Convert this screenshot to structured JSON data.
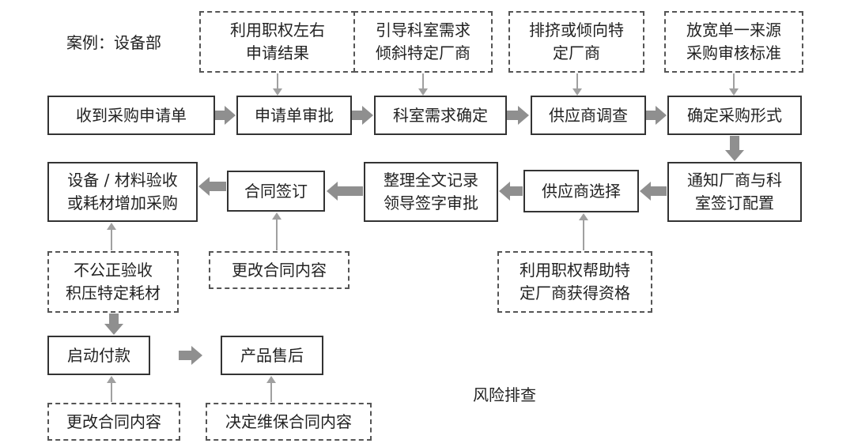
{
  "case_title": "案例：设备部",
  "footer_label": "风险排查",
  "nodes": {
    "n_receive": "收到采购申请单",
    "n_approve": "申请单审批",
    "n_dept_need": "科室需求确定",
    "n_survey": "供应商调查",
    "n_form": "确定采购形式",
    "n_notify": "通知厂商与科\n室签订配置",
    "n_select": "供应商选择",
    "n_record": "整理全文记录\n领导签字审批",
    "n_sign": "合同签订",
    "n_accept": "设备 / 材料验收\n或耗材增加采购",
    "n_pay": "启动付款",
    "n_after": "产品售后"
  },
  "risks": {
    "r_abuse_result": "利用职权左右\n申请结果",
    "r_guide_vendor": "引导科室需求\n倾斜特定厂商",
    "r_exclude": "排挤或倾向特\n定厂商",
    "r_relax": "放宽单一来源\n采购审核标准",
    "r_help_vendor": "利用职权帮助特\n定厂商获得资格",
    "r_change1": "更改合同内容",
    "r_unfair": "不公正验收\n积压特定耗材",
    "r_change2": "更改合同内容",
    "r_maint": "决定维保合同内容"
  },
  "colors": {
    "thick_arrow": "#8f8f8f",
    "thin_arrow": "#a0a0a0",
    "solid_border": "#333333",
    "dashed_border": "#555555"
  }
}
